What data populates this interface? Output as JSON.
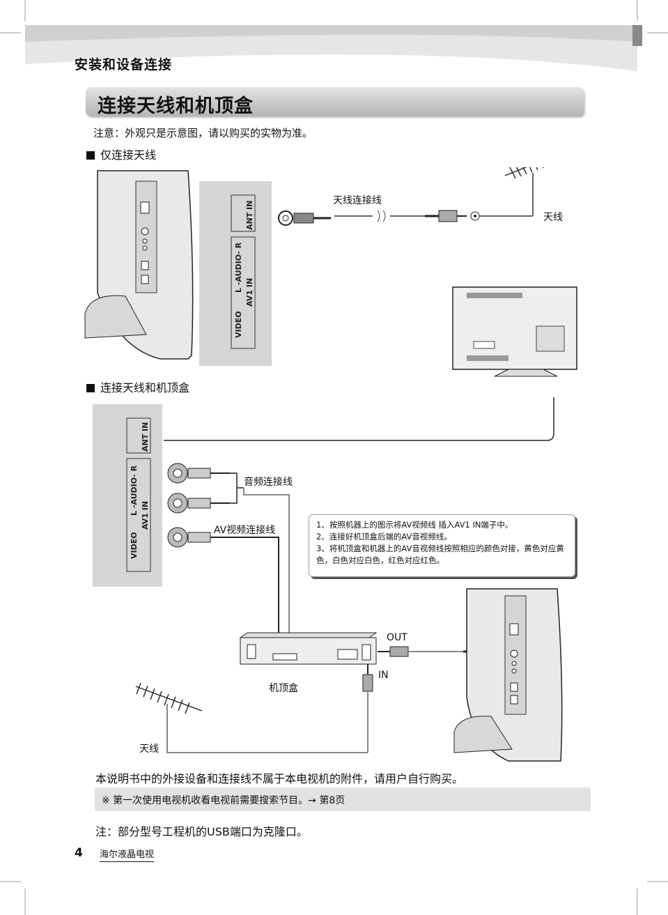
{
  "header": {
    "section_title": "安装和设备连接",
    "main_title": "连接天线和机顶盒"
  },
  "note": "注意：外观只是示意图，请以购买的实物为准。",
  "section1": {
    "heading": "仅连接天线",
    "panel_labels": {
      "ant_in": "ANT IN",
      "audio": "L -AUDIO- R",
      "av1_in": "AV1 IN",
      "video": "VIDEO"
    },
    "cable_label": "天线连接线",
    "antenna_label": "天线"
  },
  "section2": {
    "heading": "连接天线和机顶盒",
    "panel_labels": {
      "ant_in": "ANT IN",
      "audio": "L -AUDIO- R",
      "av1_in": "AV1 IN",
      "video": "VIDEO"
    },
    "audio_cable_label": "音频连接线",
    "av_cable_label": "AV视频连接线",
    "instructions": [
      "1、按照机器上的图示将AV视频线 插入AV1 IN端子中。",
      "2、连接好机顶盒后端的AV音视频线。",
      "3、将机顶盒和机器上的AV音视频线按照相应的颜色对接，黄色对应黄色，白色对应白色，红色对应红色。"
    ],
    "stb_label": "机顶盒",
    "out_label": "OUT",
    "in_label": "IN",
    "antenna_label": "天线"
  },
  "footer": {
    "disclaimer": "本说明书中的外接设备和连接线不属于本电视机的附件，请用户自行购买。",
    "tip": "※ 第一次使用电视机收看电视前需要搜索节目。→ 第8页",
    "usb_note": "注：部分型号工程机的USB端口为克隆口。",
    "page_number": "4",
    "brand": "海尔液晶电视"
  },
  "colors": {
    "title_bar": "#c9c9c9",
    "panel_gray": "#d6d6d6",
    "tip_bar": "#e2e2e2"
  }
}
